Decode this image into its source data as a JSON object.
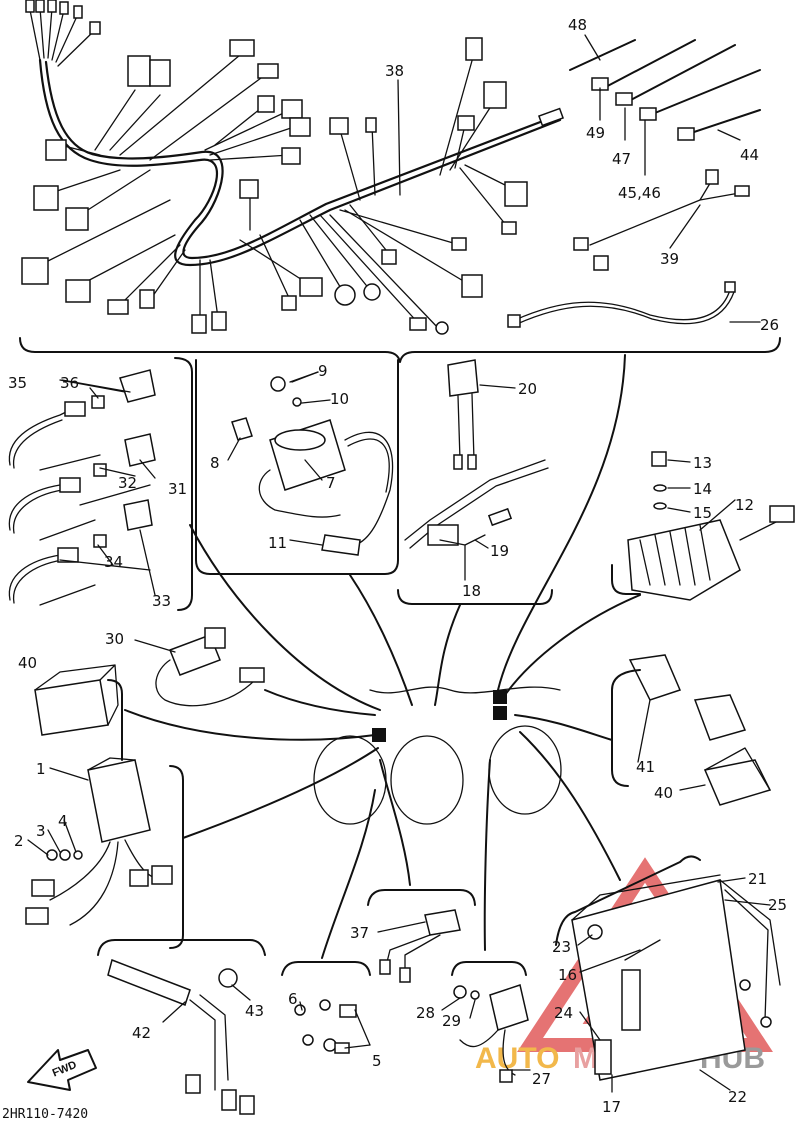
{
  "diagram": {
    "drawing_code": "2HR110-7420",
    "fwd_label": "FWD",
    "watermark": {
      "part1": "AUTO",
      "part2": "MOTO",
      "part3": "HUB"
    },
    "colors": {
      "ink": "#111111",
      "background": "#ffffff",
      "watermark_triangle": "#e05a5a",
      "watermark_auto": "#f2b84b"
    },
    "labels": {
      "n1": "1",
      "n2": "2",
      "n3": "3",
      "n4": "4",
      "n5": "5",
      "n6": "6",
      "n7": "7",
      "n8": "8",
      "n9": "9",
      "n10": "10",
      "n11": "11",
      "n12": "12",
      "n13": "13",
      "n14": "14",
      "n15": "15",
      "n16": "16",
      "n17": "17",
      "n18": "18",
      "n19": "19",
      "n20": "20",
      "n21": "21",
      "n22": "22",
      "n23": "23",
      "n24": "24",
      "n25": "25",
      "n26": "26",
      "n27": "27",
      "n28": "28",
      "n29": "29",
      "n30": "30",
      "n31": "31",
      "n32": "32",
      "n33": "33",
      "n34": "34",
      "n35": "35",
      "n36": "36",
      "n37": "37",
      "n38": "38",
      "n39": "39",
      "n40a": "40",
      "n40b": "40",
      "n41": "41",
      "n42": "42",
      "n43": "43",
      "n44": "44",
      "n4546": "45,46",
      "n47": "47",
      "n48": "48",
      "n49": "49"
    }
  }
}
